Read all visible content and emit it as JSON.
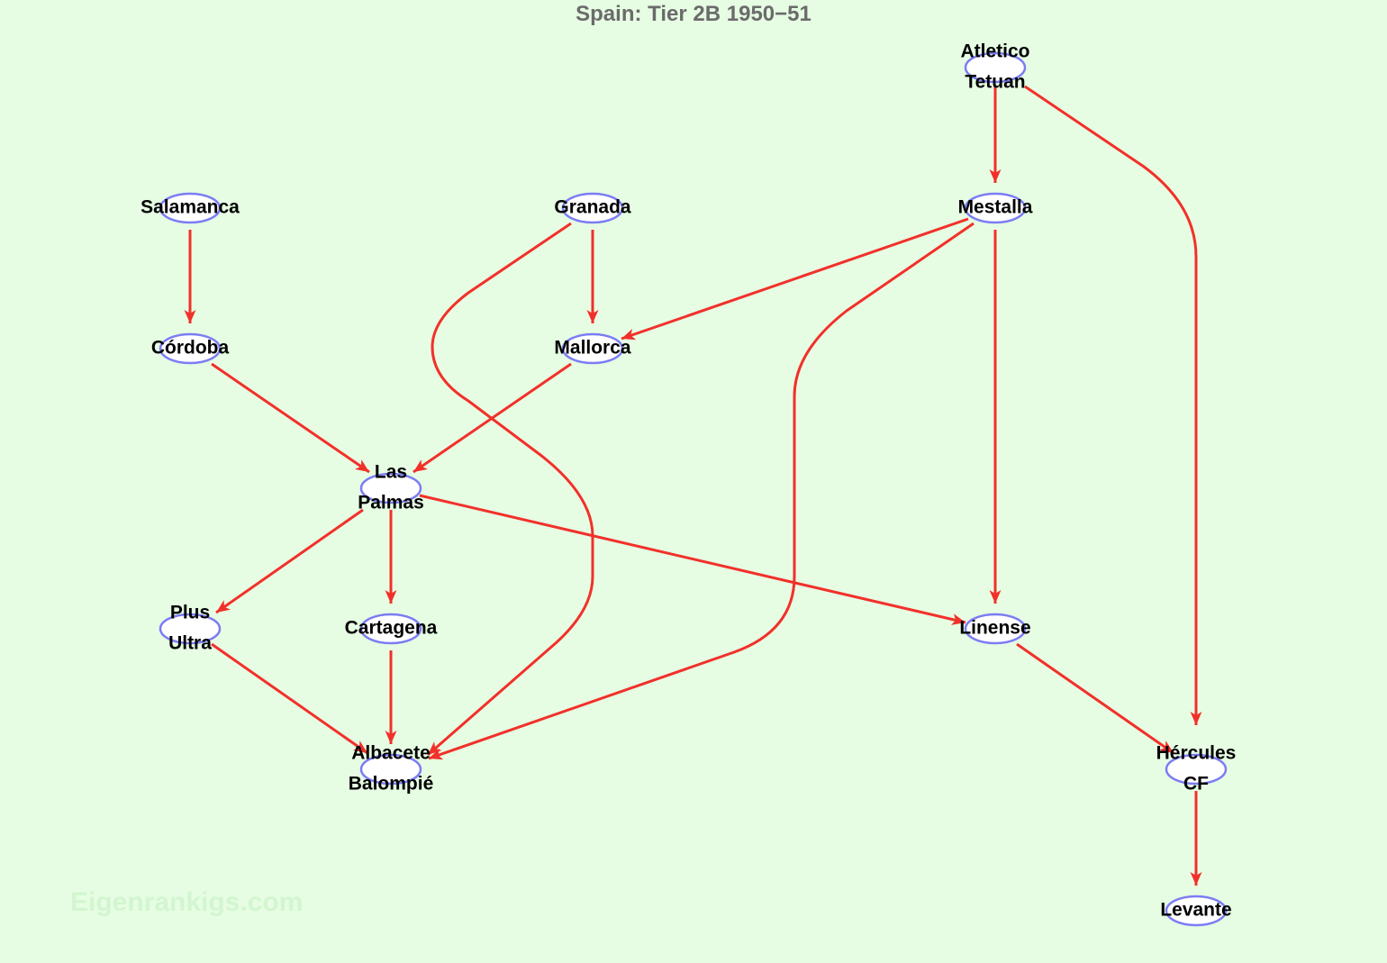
{
  "title": "Spain: Tier 2B 1950−51",
  "watermark": "Eigenrankigs.com",
  "colors": {
    "background": "#e6fde3",
    "edge": "#f2302a",
    "node_border": "#7c7cf4",
    "node_fill": "#ffffff",
    "title": "#6b6b6b"
  },
  "nodes": [
    {
      "id": "atletico",
      "lines": [
        "Atletico",
        "Tetuan"
      ]
    },
    {
      "id": "salamanca",
      "lines": [
        "Salamanca"
      ]
    },
    {
      "id": "granada",
      "lines": [
        "Granada"
      ]
    },
    {
      "id": "mestalla",
      "lines": [
        "Mestalla"
      ]
    },
    {
      "id": "cordoba",
      "lines": [
        "Córdoba"
      ]
    },
    {
      "id": "mallorca",
      "lines": [
        "Mallorca"
      ]
    },
    {
      "id": "laspalmas",
      "lines": [
        "Las",
        "Palmas"
      ]
    },
    {
      "id": "plusultra",
      "lines": [
        "Plus",
        "Ultra"
      ]
    },
    {
      "id": "cartagena",
      "lines": [
        "Cartagena"
      ]
    },
    {
      "id": "linense",
      "lines": [
        "Linense"
      ]
    },
    {
      "id": "albacete",
      "lines": [
        "Albacete",
        "Balompié"
      ]
    },
    {
      "id": "hercules",
      "lines": [
        "Hércules",
        "CF"
      ]
    },
    {
      "id": "levante",
      "lines": [
        "Levante"
      ]
    }
  ],
  "edges": [
    {
      "from": "atletico",
      "to": "mestalla"
    },
    {
      "from": "atletico",
      "to": "hercules"
    },
    {
      "from": "salamanca",
      "to": "cordoba"
    },
    {
      "from": "granada",
      "to": "mallorca"
    },
    {
      "from": "granada",
      "to": "albacete"
    },
    {
      "from": "mestalla",
      "to": "mallorca"
    },
    {
      "from": "mestalla",
      "to": "linense"
    },
    {
      "from": "mestalla",
      "to": "albacete"
    },
    {
      "from": "cordoba",
      "to": "laspalmas"
    },
    {
      "from": "mallorca",
      "to": "laspalmas"
    },
    {
      "from": "laspalmas",
      "to": "plusultra"
    },
    {
      "from": "laspalmas",
      "to": "cartagena"
    },
    {
      "from": "laspalmas",
      "to": "linense"
    },
    {
      "from": "plusultra",
      "to": "albacete"
    },
    {
      "from": "cartagena",
      "to": "albacete"
    },
    {
      "from": "linense",
      "to": "hercules"
    },
    {
      "from": "hercules",
      "to": "levante"
    }
  ]
}
